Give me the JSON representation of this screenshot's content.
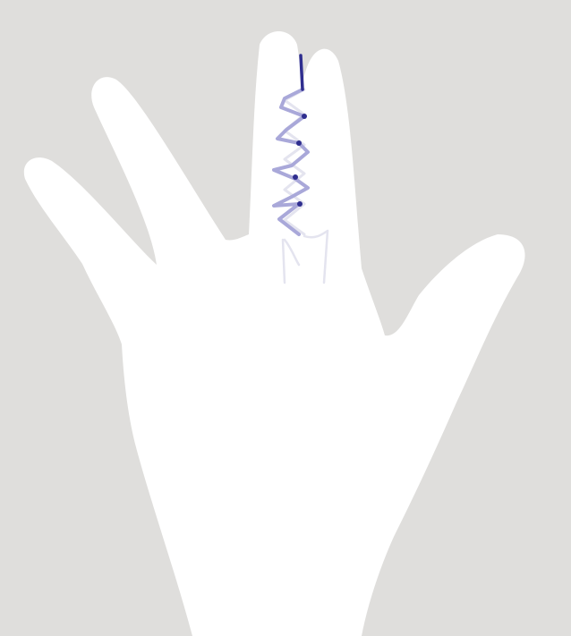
{
  "figure": {
    "subject": "hand-dorsal-view",
    "highlighted_digits": [
      "middle-finger",
      "ring-finger"
    ],
    "annotation": "zigzag-suture-line-between-fingers",
    "suture_dot_count": 4
  },
  "colors": {
    "background": "#dfdedc",
    "hand": "#ffffff",
    "suture_primary": "#2f2e8f",
    "suture_secondary": "#a9a8d9",
    "suture_faint": "#e4e4ef"
  }
}
